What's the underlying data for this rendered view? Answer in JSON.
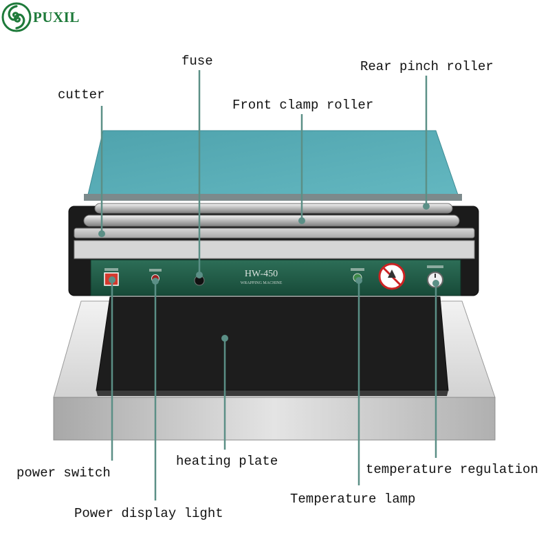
{
  "brand": {
    "name": "PUXIL"
  },
  "machine": {
    "model": "HW-450",
    "model_subtitle": "WRAPPING MACHINE",
    "colors": {
      "top_plate": "#55a9b3",
      "panel": "#1f5a44",
      "heating_plate": "#1d1d1d",
      "base": "#c9c9c9"
    }
  },
  "labels": {
    "fuse": "fuse",
    "rear_pinch_roller": "Rear pinch roller",
    "cutter": "cutter",
    "front_clamp_roller": "Front clamp roller",
    "power_switch": "power switch",
    "heating_plate": "heating plate",
    "temperature_regulation": "temperature regulation",
    "temperature_lamp": "Temperature lamp",
    "power_display_light": "Power display light"
  },
  "leader_color": "#5b8f86"
}
